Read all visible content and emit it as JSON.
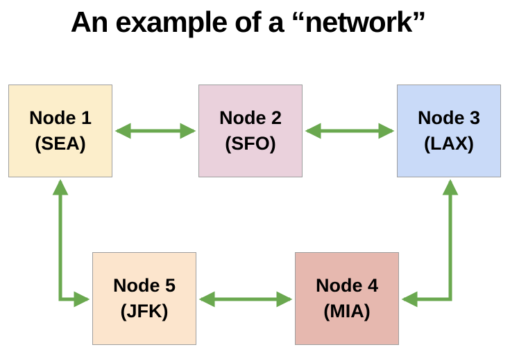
{
  "title": "An example of a “network”",
  "diagram": {
    "arrow_color": "#6aa84f",
    "border_color": "#9e9e9e",
    "nodes": [
      {
        "id": "node-1",
        "name": "Node 1",
        "code": "(SEA)",
        "fill": "#fceecb"
      },
      {
        "id": "node-2",
        "name": "Node 2",
        "code": "(SFO)",
        "fill": "#ead1dc"
      },
      {
        "id": "node-3",
        "name": "Node 3",
        "code": "(LAX)",
        "fill": "#c9daf8"
      },
      {
        "id": "node-4",
        "name": "Node 4",
        "code": "(MIA)",
        "fill": "#e6b8af"
      },
      {
        "id": "node-5",
        "name": "Node 5",
        "code": "(JFK)",
        "fill": "#fce5cd"
      }
    ],
    "edges": [
      {
        "from": "Node 1 (SEA)",
        "to": "Node 2 (SFO)",
        "bidirectional": true,
        "shape": "straight"
      },
      {
        "from": "Node 2 (SFO)",
        "to": "Node 3 (LAX)",
        "bidirectional": true,
        "shape": "straight"
      },
      {
        "from": "Node 5 (JFK)",
        "to": "Node 4 (MIA)",
        "bidirectional": true,
        "shape": "straight"
      },
      {
        "from": "Node 1 (SEA)",
        "to": "Node 5 (JFK)",
        "bidirectional": true,
        "shape": "elbow"
      },
      {
        "from": "Node 3 (LAX)",
        "to": "Node 4 (MIA)",
        "bidirectional": true,
        "shape": "elbow"
      }
    ]
  }
}
